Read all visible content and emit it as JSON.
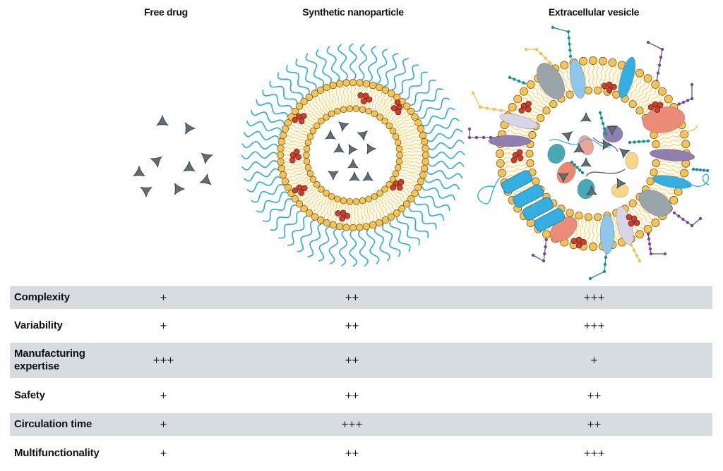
{
  "columns": [
    "Free drug",
    "Synthetic nanoparticle",
    "Extracellular vesicle"
  ],
  "rows": [
    {
      "label": "Complexity",
      "values": [
        "+",
        "++",
        "+++"
      ],
      "shaded": true
    },
    {
      "label": "Variability",
      "values": [
        "+",
        "++",
        "+++"
      ],
      "shaded": false
    },
    {
      "label": "Manufacturing expertise",
      "values": [
        "+++",
        "++",
        "+"
      ],
      "shaded": true
    },
    {
      "label": "Safety",
      "values": [
        "+",
        "++",
        "++"
      ],
      "shaded": false
    },
    {
      "label": "Circulation time",
      "values": [
        "+",
        "+++",
        "++"
      ],
      "shaded": true
    },
    {
      "label": "Multifunctionality",
      "values": [
        "+",
        "++",
        "+++"
      ],
      "shaded": false
    }
  ],
  "colors": {
    "row_shade": "#d6dde1",
    "drug": "#5f6f78",
    "lipid_head": "#f5c356",
    "lipid_tail": "#f2c64c",
    "peg": "#2aa9dd",
    "cargo_red": "#c9412e",
    "protein_salmon": "#ea8c78",
    "protein_purple": "#8e7fb0",
    "protein_lilac": "#d9d3e6",
    "protein_grey": "#9aa4ab",
    "protein_blue": "#35aee2",
    "protein_lightblue": "#8ec7ea",
    "protein_teal": "#4aa8b6",
    "glycan_teal": "#1a8f9b",
    "glycan_purple": "#6d4b97",
    "glycan_yellow": "#f2c14a",
    "rna_yellow": "#f7d785"
  },
  "icons": {
    "free_drug": "triangle-drug-molecule-icon",
    "nanoparticle": "liposome-nanoparticle-icon",
    "vesicle": "extracellular-vesicle-icon"
  }
}
